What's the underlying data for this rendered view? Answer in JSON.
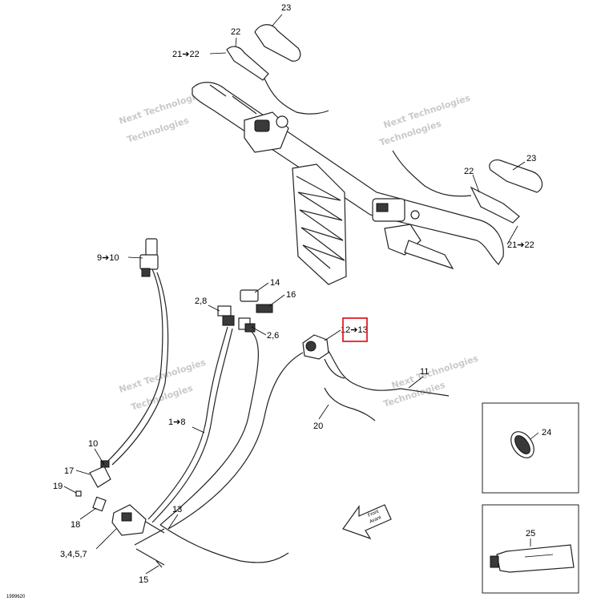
{
  "watermark": {
    "line1": "Next Technologies",
    "line2": "Technologies"
  },
  "document_id": "1999620",
  "arrow_text": {
    "line1": "Front",
    "line2": "Avant"
  },
  "highlight_color": "#e0202a",
  "callouts": {
    "c23_top": "23",
    "c22_top": "22",
    "c21_22_top": "21➔22",
    "c23_right": "23",
    "c22_right": "22",
    "c21_22_right": "21➔22",
    "c9_10": "9➔10",
    "c14": "14",
    "c16": "16",
    "c2_8": "2,8",
    "c2_6": "2,6",
    "c12_13": "12➔13",
    "c11": "11",
    "c20": "20",
    "c1_8": "1➔8",
    "c10": "10",
    "c17": "17",
    "c19": "19",
    "c18": "18",
    "c13": "13",
    "c3457": "3,4,5,7",
    "c15": "15",
    "c24": "24",
    "c25": "25"
  }
}
